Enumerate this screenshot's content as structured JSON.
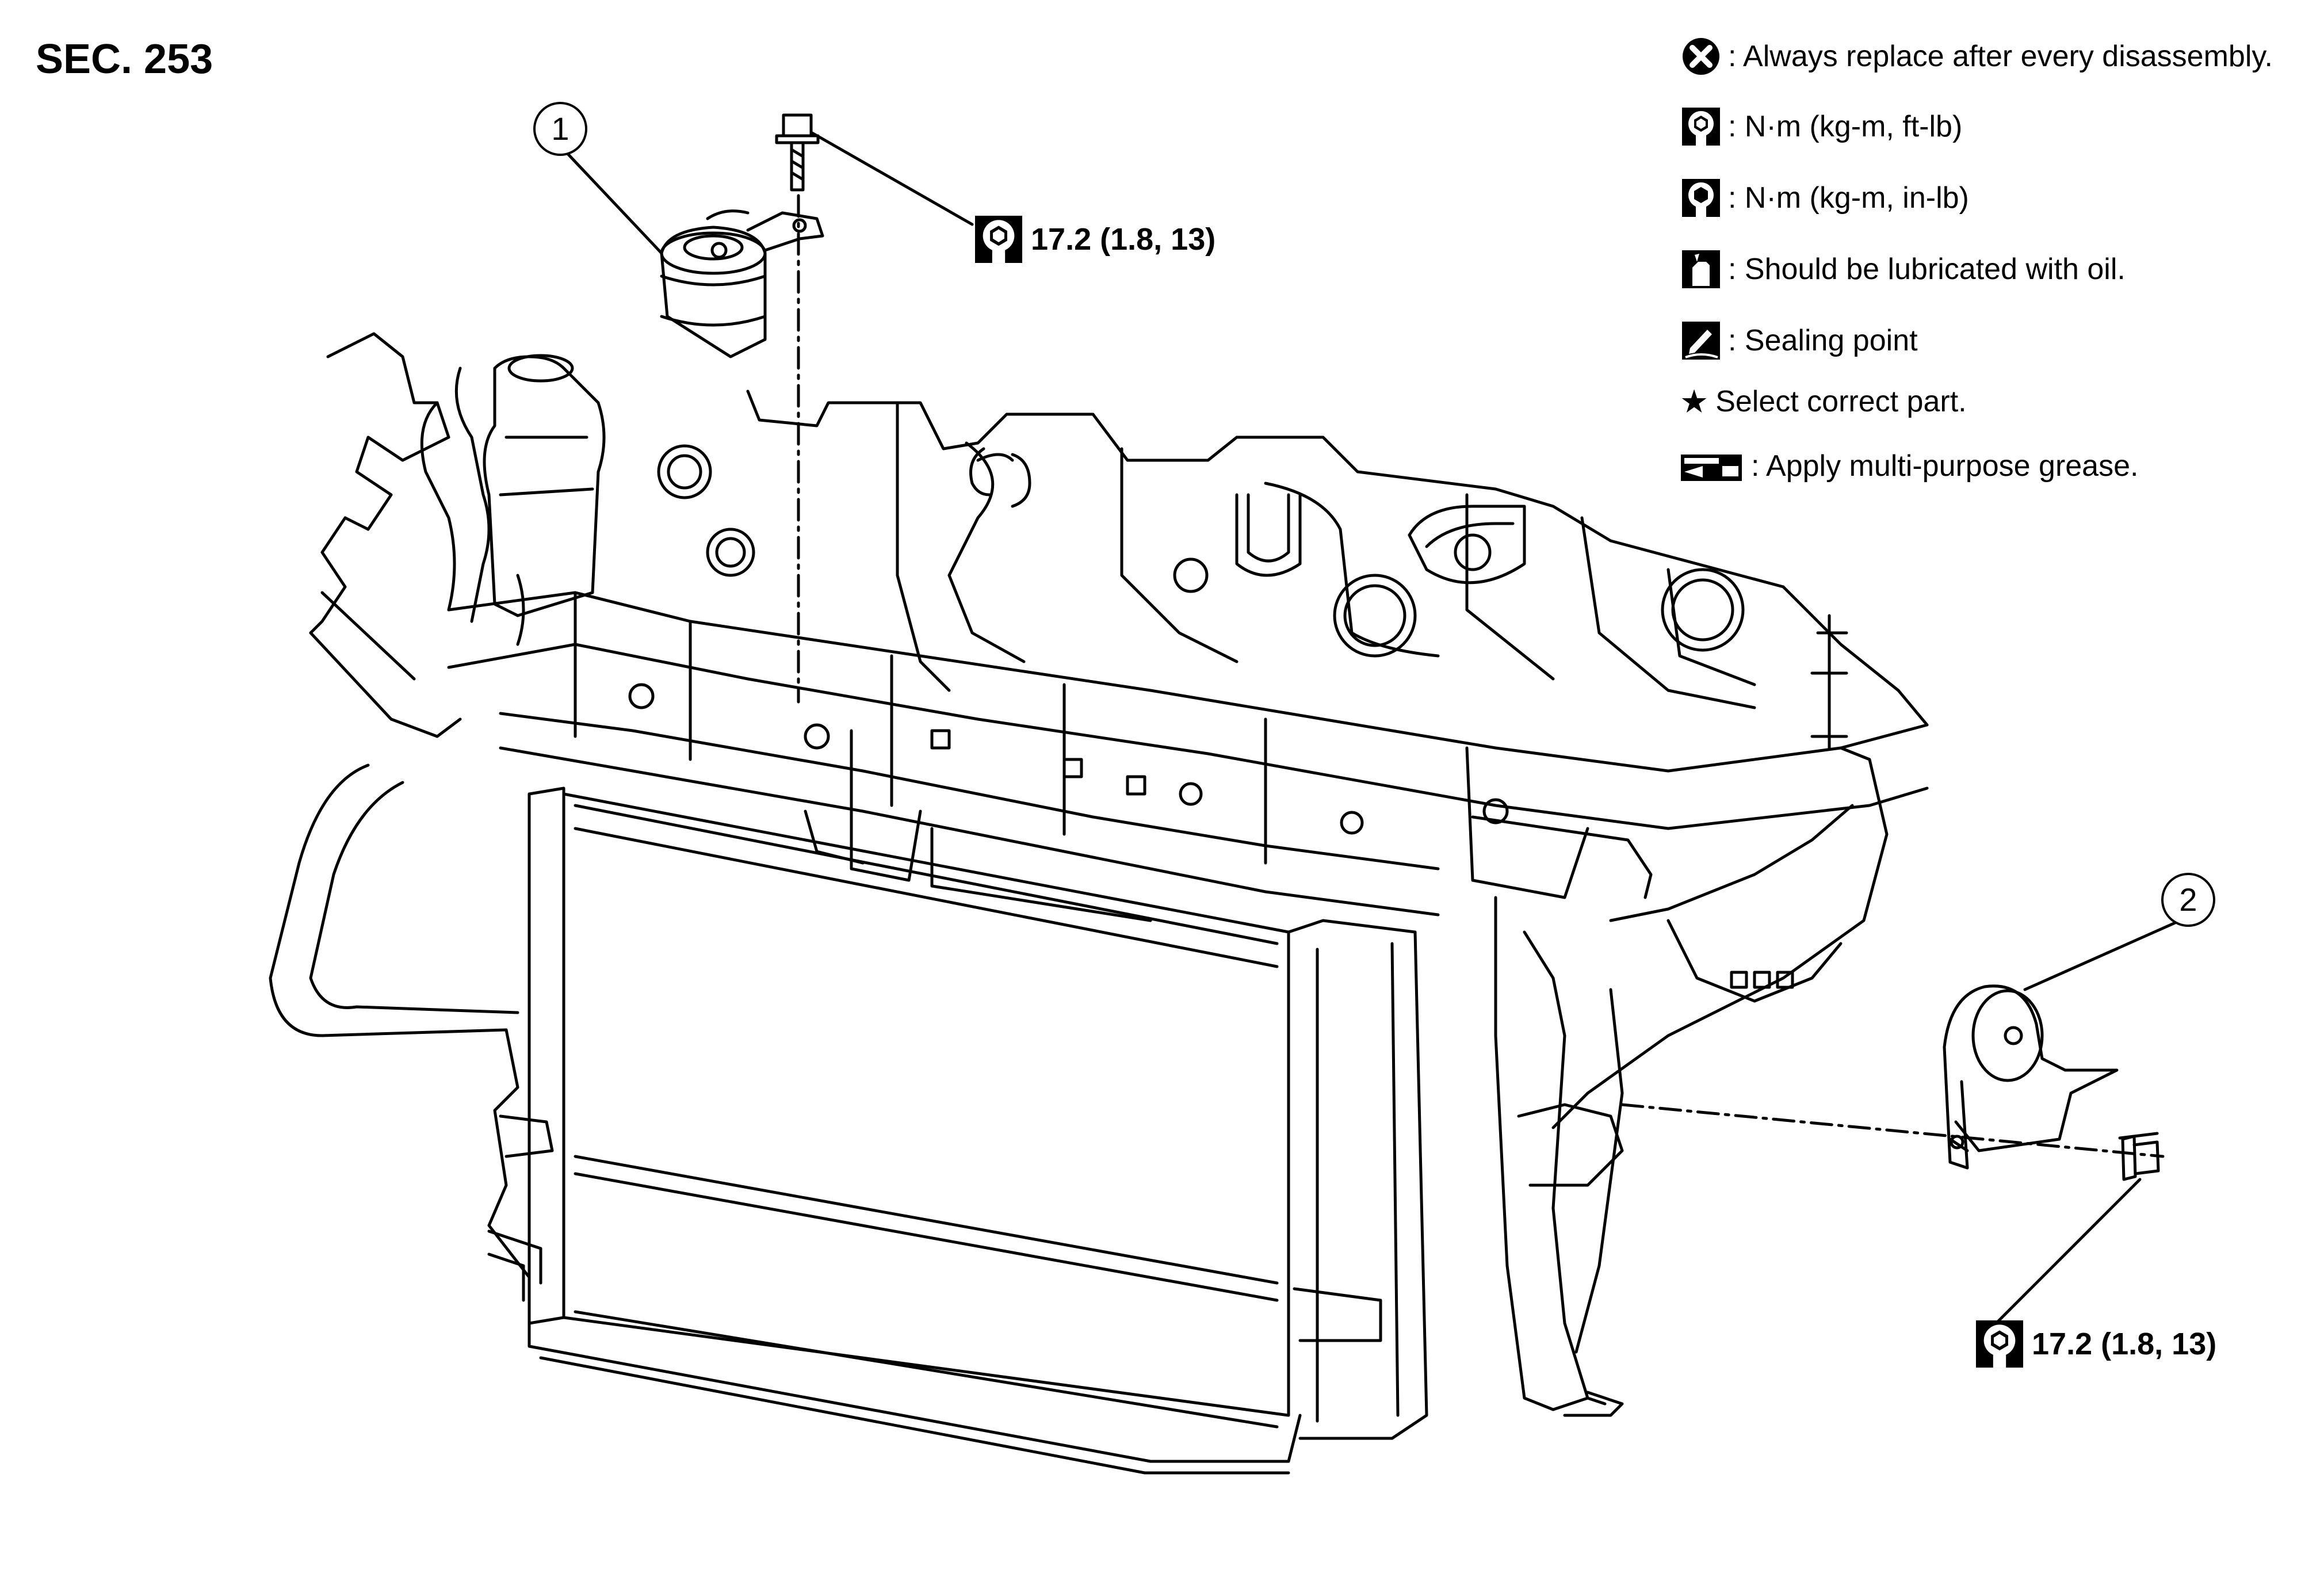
{
  "section": "SEC. 253",
  "legend": {
    "items": [
      {
        "icon": "replace-x-icon",
        "text": ": Always replace after every disassembly."
      },
      {
        "icon": "torque-wrench-icon",
        "text": ": N·m (kg-m, ft-lb)"
      },
      {
        "icon": "torque-wrench-dark-icon",
        "text": ": N·m (kg-m, in-lb)"
      },
      {
        "icon": "oil-can-icon",
        "text": ": Should be lubricated with oil."
      },
      {
        "icon": "sealing-pen-icon",
        "text": ": Sealing point"
      },
      {
        "icon": "star-icon",
        "symbol": "★",
        "text": "Select correct part."
      },
      {
        "icon": "grease-icon",
        "text": ": Apply multi-purpose grease."
      }
    ]
  },
  "torques": [
    {
      "id": "upper-horn-bolt",
      "value": "17.2 (1.8, 13)"
    },
    {
      "id": "lower-horn-nut",
      "value": "17.2 (1.8, 13)"
    }
  ],
  "callouts": [
    {
      "number": "1",
      "part": "horn-high"
    },
    {
      "number": "2",
      "part": "horn-low"
    }
  ]
}
